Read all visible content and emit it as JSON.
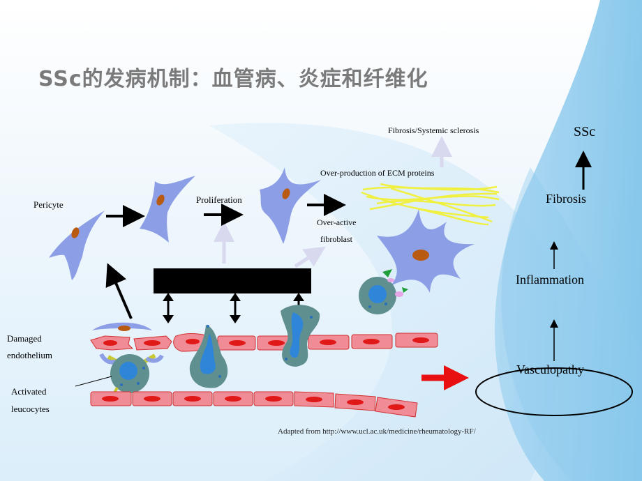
{
  "title": "SSc的发病机制：血管病、炎症和纤维化",
  "labels": {
    "pericyte": "Pericyte",
    "proliferation": "Proliferation",
    "fibrosis_systemic": "Fibrosis/Systemic sclerosis",
    "ecm": "Over-production of ECM proteins",
    "overactive_1": "Over-active",
    "overactive_2": "fibroblast",
    "damaged_1": "Damaged",
    "damaged_2": "endothelium",
    "activated_1": "Activated",
    "activated_2": "leucocytes"
  },
  "progression": {
    "ssc": "SSc",
    "fibrosis": "Fibrosis",
    "inflammation": "Inflammation",
    "vasculopathy": "Vasculopathy"
  },
  "credit": "Adapted from http://www.ucl.ac.uk/medicine/rheumatology-RF/",
  "colors": {
    "cell_blue": "#8c9ee6",
    "cell_nucleus": "#b85a10",
    "vessel_red": "#f08c96",
    "rbc_red": "#e01818",
    "fiber_yellow": "#f0f040",
    "leucocyte": "#5f8f8f",
    "arrow_red": "#e81010",
    "light_arrow": "#d8d8ee"
  }
}
